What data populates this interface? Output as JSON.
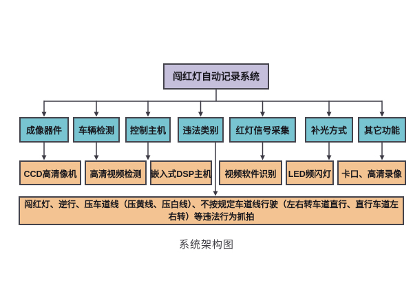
{
  "diagram": {
    "root": "闯红灯自动记录系统",
    "categories": [
      "成像器件",
      "车辆检测",
      "控制主机",
      "违法类别",
      "红灯信号采集",
      "补光方式",
      "其它功能"
    ],
    "details": [
      "CCD高清像机",
      "高清视频检测",
      "嵌入式DSP主机",
      "视频软件识别",
      "LED频闪灯",
      "卡口、高清录像"
    ],
    "violation_note": "闯红灯、逆行、压车道线（压黄线、压白线）、不按规定车道线行驶（左右转车道直行、直行车道左右转）等违法行为抓拍",
    "caption": "系统架构图",
    "colors": {
      "background": "#ffffff",
      "root_fill": "#c5bfdb",
      "category_fill": "#79c4d1",
      "detail_fill": "#f3c492",
      "border": "#44424b",
      "line": "#3b3943",
      "text": "#17161c",
      "caption": "#3f3e44"
    }
  }
}
